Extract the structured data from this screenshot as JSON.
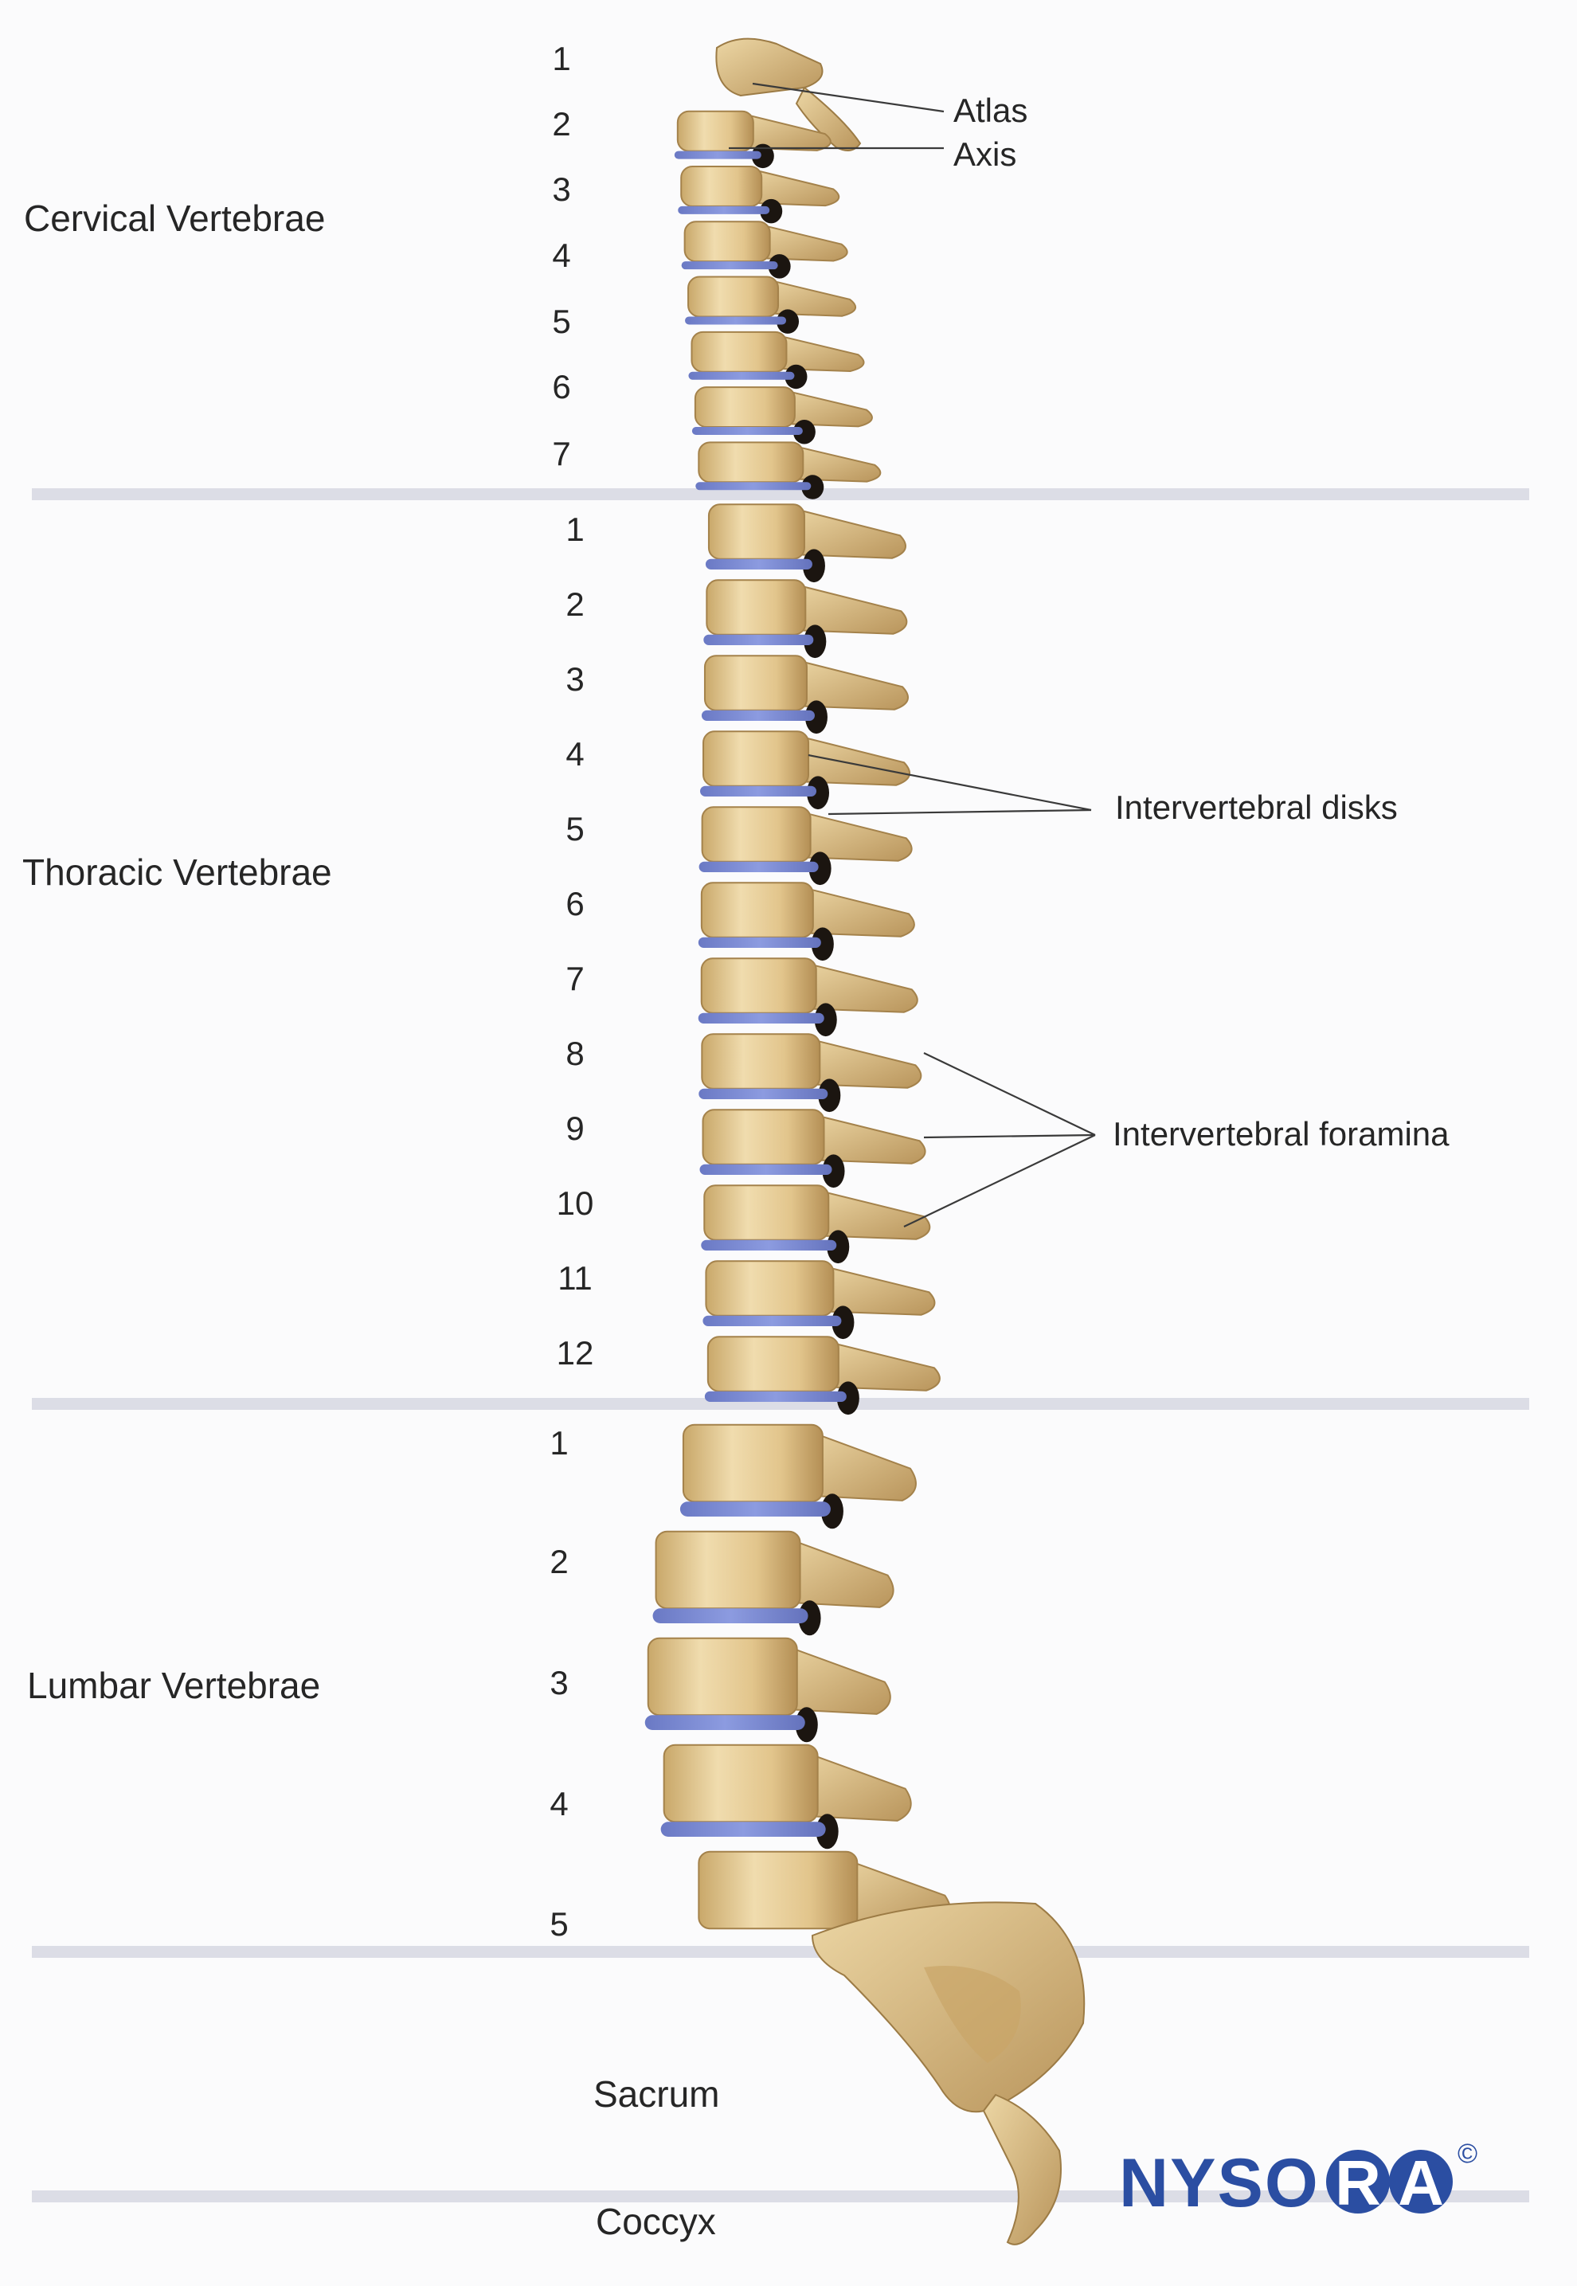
{
  "regions": {
    "cervical": {
      "label": "Cervical Vertebrae",
      "numbers": [
        "1",
        "2",
        "3",
        "4",
        "5",
        "6",
        "7"
      ]
    },
    "thoracic": {
      "label": "Thoracic Vertebrae",
      "numbers": [
        "1",
        "2",
        "3",
        "4",
        "5",
        "6",
        "7",
        "8",
        "9",
        "10",
        "11",
        "12"
      ]
    },
    "lumbar": {
      "label": "Lumbar Vertebrae",
      "numbers": [
        "1",
        "2",
        "3",
        "4",
        "5"
      ]
    },
    "sacrum": {
      "label": "Sacrum"
    },
    "coccyx": {
      "label": "Coccyx"
    }
  },
  "callouts": {
    "atlas": "Atlas",
    "axis": "Axis",
    "disks": "Intervertebral disks",
    "foramina": "Intervertebral foramina"
  },
  "logo": {
    "text": "NYSORA",
    "mark": "©"
  },
  "colors": {
    "bone": "#e6cf9a",
    "bone_shadow": "#b8935a",
    "disk": "#7e8ed6",
    "foramen": "#1b1510",
    "divider": "#dcdde6",
    "logo_blue": "#2b4ea2"
  }
}
